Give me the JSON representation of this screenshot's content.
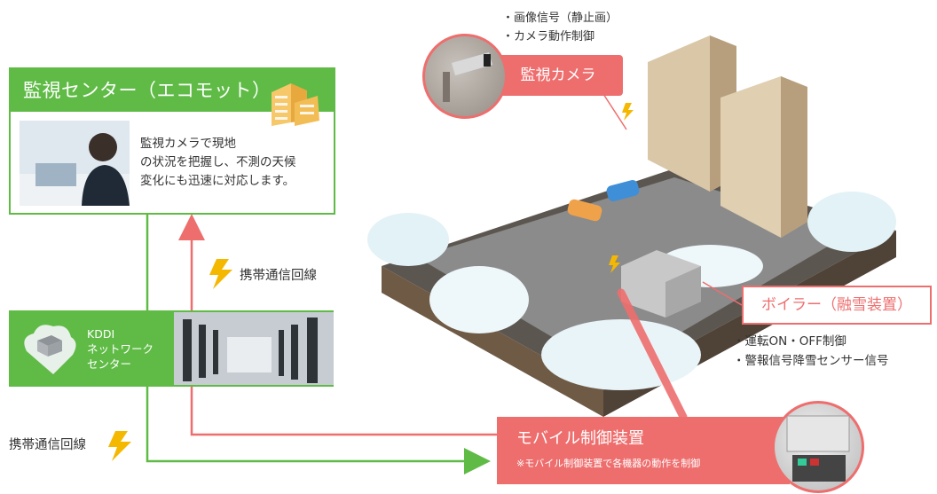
{
  "colors": {
    "green": "#5fbb46",
    "red": "#ee6e6e",
    "text": "#333333"
  },
  "monitoring_center": {
    "title": "監視センター（エコモット）",
    "description": [
      "監視カメラで現地",
      "の状況を把握し、不測の天候",
      "変化にも迅速に対応します。"
    ]
  },
  "kddi": {
    "label": [
      "KDDI",
      "ネットワーク",
      "センター"
    ]
  },
  "lines": {
    "mobile_line_1": "携帯通信回線",
    "mobile_line_2": "携帯通信回線"
  },
  "camera": {
    "label": "監視カメラ",
    "features": [
      "・画像信号（静止画）",
      "・カメラ動作制御"
    ]
  },
  "boiler": {
    "label": "ボイラー（融雪装置）",
    "features": [
      "・運転ON・OFF制御",
      "・警報信号降雪センサー信号"
    ]
  },
  "mobile_control": {
    "label": "モバイル制御装置",
    "note": "※モバイル制御装置で各機器の動作を制御"
  }
}
